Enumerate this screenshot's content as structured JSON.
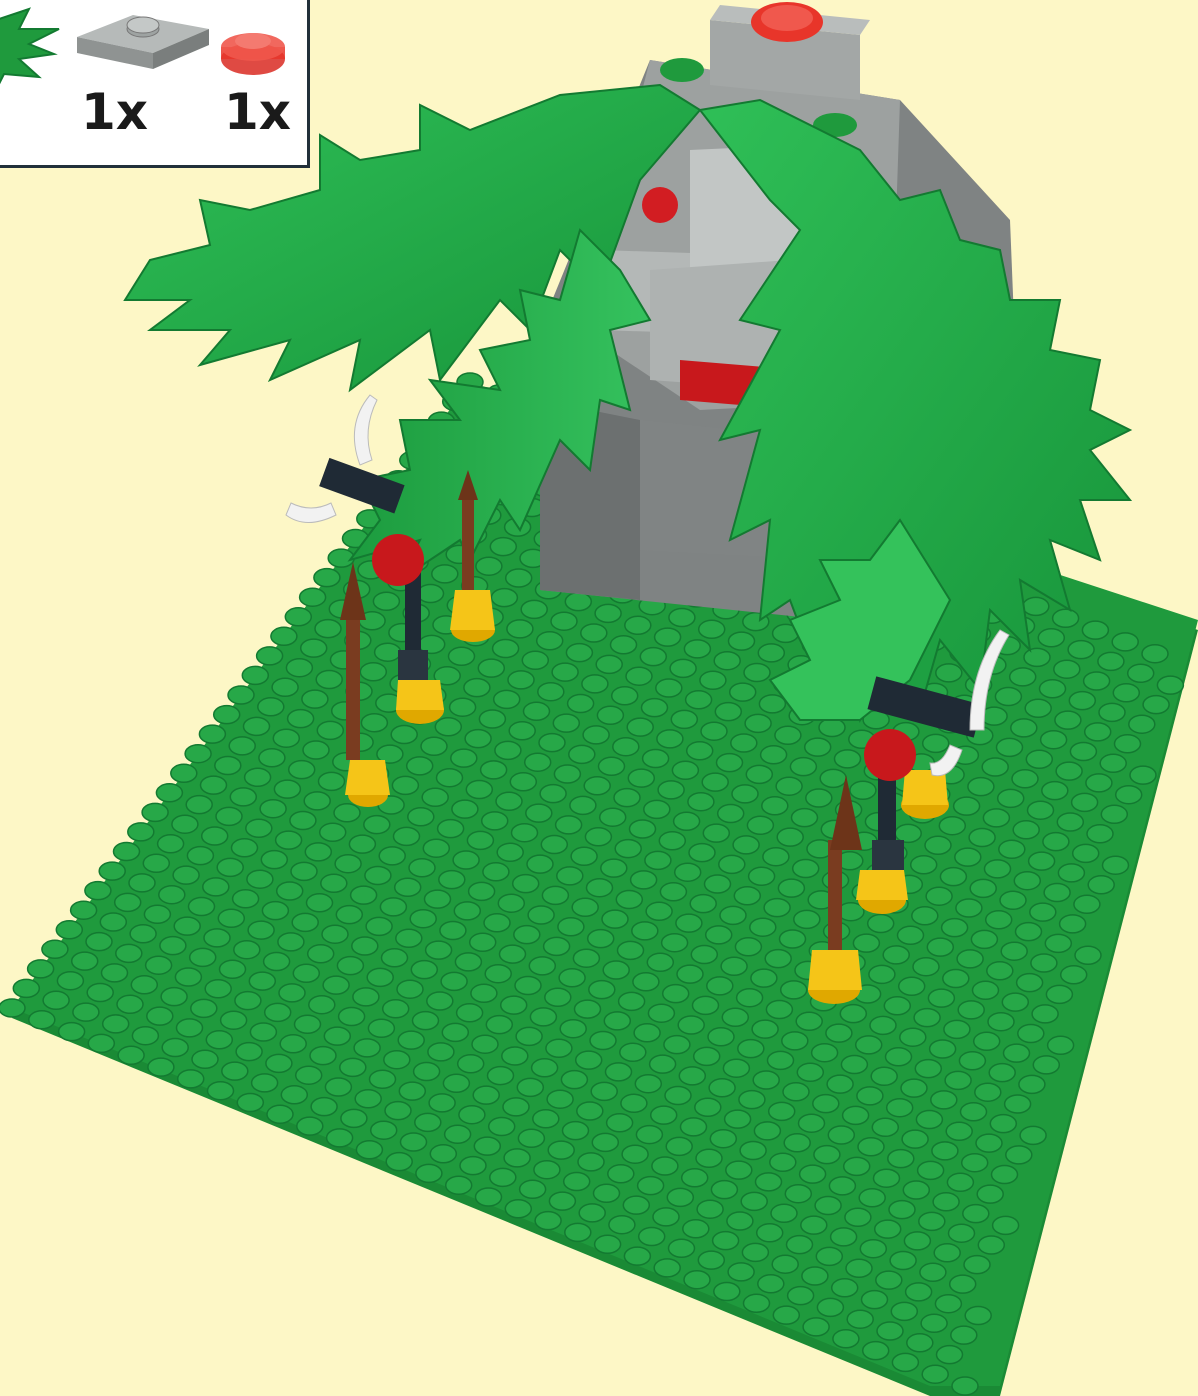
{
  "parts_list": {
    "items": [
      {
        "part": "palm-leaf",
        "color": "#1f9a3d",
        "quantity": ""
      },
      {
        "part": "plate-1x2-with-stud",
        "color": "#9ea3a2",
        "quantity": "1x"
      },
      {
        "part": "round-plate-1x1-trans-red",
        "color": "#e8352a",
        "quantity": "1x"
      }
    ]
  },
  "colors": {
    "background": "#fdf7c6",
    "baseplate": "#1f9a3d",
    "stud": "#27a848",
    "leaf": "#22a645",
    "stone": "#8d9190",
    "accent_red": "#c8181c",
    "spear_shaft": "#7a3c20",
    "spear_base": "#f5c518"
  }
}
